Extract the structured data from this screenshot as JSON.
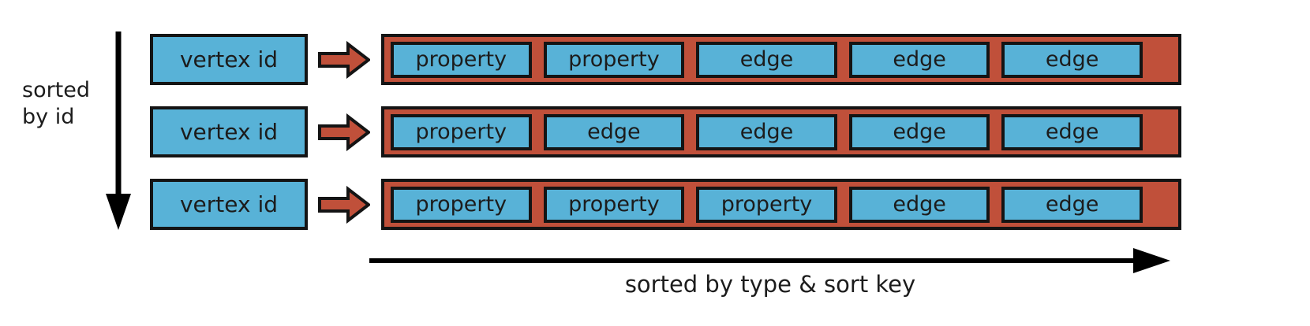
{
  "colors": {
    "blue": "#58B2D7",
    "red": "#C0503A",
    "outline": "#141414",
    "text": "#1C1C1C",
    "arrow_black": "#000000"
  },
  "left_axis_label": "sorted by id",
  "bottom_axis_label": "sorted by type & sort key",
  "rows": [
    {
      "key": "vertex id",
      "cells": [
        "property",
        "property",
        "edge",
        "edge",
        "edge"
      ]
    },
    {
      "key": "vertex id",
      "cells": [
        "property",
        "edge",
        "edge",
        "edge",
        "edge"
      ]
    },
    {
      "key": "vertex id",
      "cells": [
        "property",
        "property",
        "property",
        "edge",
        "edge"
      ]
    }
  ]
}
